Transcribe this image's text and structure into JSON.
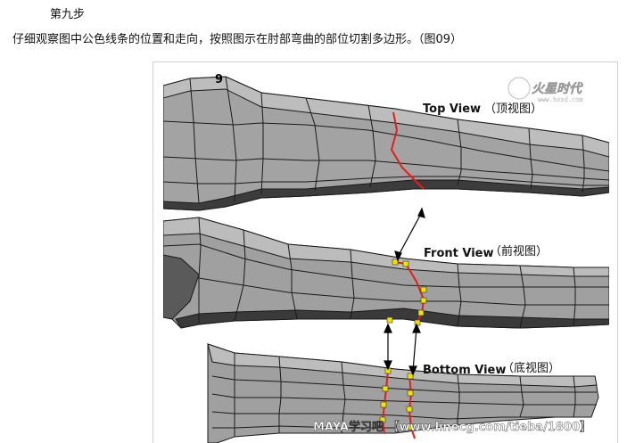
{
  "step_title": "第九步",
  "instruction": "仔细观察图中公色线条的位置和走向，按照图示在肘部弯曲的部位切割多边形。（图09）",
  "figure": {
    "number": "9",
    "top_view": {
      "label": "Top View",
      "label_cn": "（顶视图）"
    },
    "front_view": {
      "label": "Front View",
      "label_cn": "（前视图）"
    },
    "bottom_view": {
      "label": "Bottom View",
      "label_cn": "（底视图）"
    },
    "watermark": "MAYA学习吧 【www.linecg.com/tieba/1800】",
    "logo": {
      "brand": "火星时代",
      "url": "www.hxsd.com"
    }
  },
  "colors": {
    "mesh_fill": "#9c9c9c",
    "mesh_light": "#b4b4b4",
    "mesh_dark": "#4a4a4a",
    "edge": "#1a1a1a",
    "cut_line": "#e0201a",
    "vertex": "#f2e200"
  }
}
